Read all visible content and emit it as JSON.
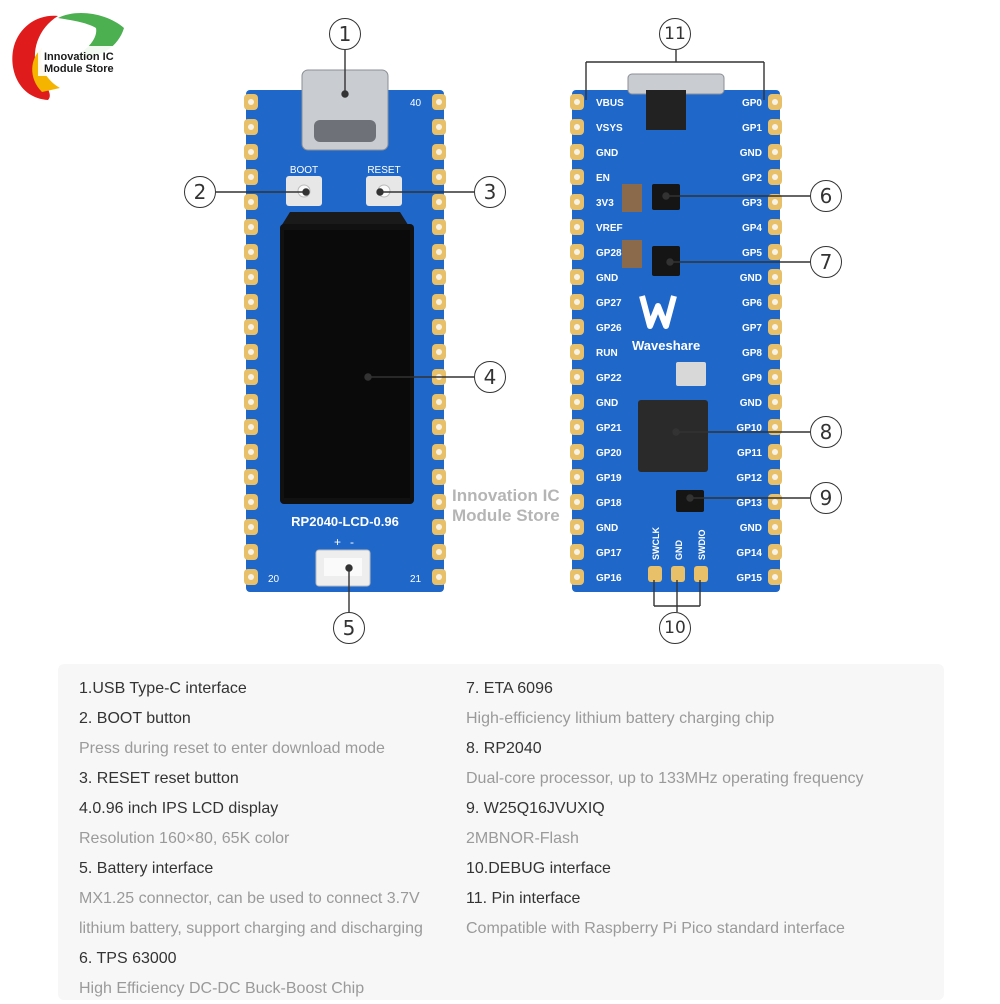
{
  "logo": {
    "line1": "Innovation IC",
    "line2": "Module Store"
  },
  "watermark": {
    "line1": "Innovation IC",
    "line2": "Module Store"
  },
  "callouts": [
    "1",
    "2",
    "3",
    "4",
    "5",
    "6",
    "7",
    "8",
    "9",
    "10",
    "11"
  ],
  "front_board": {
    "label_boot": "BOOT",
    "label_reset": "RESET",
    "model": "RP2040-LCD-0.96",
    "pin_40": "40",
    "pin_20": "20",
    "pin_21": "21",
    "battery_plus": "+",
    "battery_minus": "-"
  },
  "back_board": {
    "left_pins": [
      "VBUS",
      "VSYS",
      "GND",
      "EN",
      "3V3",
      "VREF",
      "GP28",
      "GND",
      "GP27",
      "GP26",
      "RUN",
      "GP22",
      "GND",
      "GP21",
      "GP20",
      "GP19",
      "GP18",
      "GND",
      "GP17",
      "GP16"
    ],
    "right_pins": [
      "GP0",
      "GP1",
      "GND",
      "GP2",
      "GP3",
      "GP4",
      "GP5",
      "GND",
      "GP6",
      "GP7",
      "GP8",
      "GP9",
      "GND",
      "GP10",
      "GP11",
      "GP12",
      "GP13",
      "GND",
      "GP14",
      "GP15"
    ],
    "brand": "Waveshare",
    "debug_pins": [
      "SWCLK",
      "GND",
      "SWDIO"
    ]
  },
  "descriptions": {
    "left": [
      {
        "text": "1.USB Type-C interface",
        "kind": "h"
      },
      {
        "text": "2. BOOT button",
        "kind": "h"
      },
      {
        "text": "Press during reset to enter download mode",
        "kind": "s"
      },
      {
        "text": "3. RESET reset button",
        "kind": "h"
      },
      {
        "text": "4.0.96 inch IPS LCD display",
        "kind": "h"
      },
      {
        "text": "Resolution 160×80, 65K color",
        "kind": "s"
      },
      {
        "text": "5. Battery interface",
        "kind": "h"
      },
      {
        "text": "MX1.25 connector, can be used to connect 3.7V",
        "kind": "s"
      },
      {
        "text": "lithium battery, support charging and discharging",
        "kind": "s"
      },
      {
        "text": "6. TPS 63000",
        "kind": "h"
      },
      {
        "text": "High Efficiency DC-DC Buck-Boost Chip",
        "kind": "s"
      }
    ],
    "right": [
      {
        "text": "7. ETA 6096",
        "kind": "h"
      },
      {
        "text": "High-efficiency lithium battery charging chip",
        "kind": "s"
      },
      {
        "text": "8. RP2040",
        "kind": "h"
      },
      {
        "text": "Dual-core processor, up to 133MHz operating frequency",
        "kind": "s"
      },
      {
        "text": "9. W25Q16JVUXIQ",
        "kind": "h"
      },
      {
        "text": "2MBNOR-Flash",
        "kind": "s"
      },
      {
        "text": "10.DEBUG interface",
        "kind": "h"
      },
      {
        "text": "11. Pin interface",
        "kind": "h"
      },
      {
        "text": "Compatible with Raspberry Pi Pico standard interface",
        "kind": "s"
      }
    ]
  },
  "colors": {
    "board": "#1f67c9",
    "pad": "#e8c06a",
    "screen": "#111111",
    "text_dark": "#333333",
    "text_light": "#9a9a9a"
  }
}
